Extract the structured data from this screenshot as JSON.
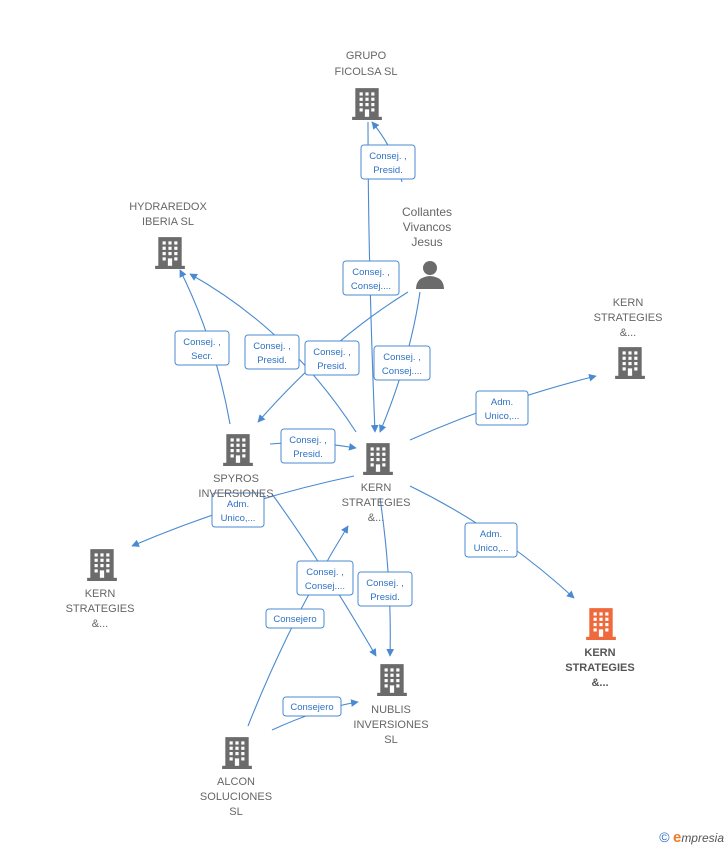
{
  "colors": {
    "building": "#6b6b6b",
    "highlight": "#ee6a3c",
    "edge": "#4a8ad0",
    "edge_text": "#2f72c4"
  },
  "nodes": {
    "grupo_ficolsa": {
      "lines": [
        "GRUPO",
        "FICOLSA SL"
      ],
      "icon": "building-icon"
    },
    "hydraredox": {
      "lines": [
        "HYDRAREDOX",
        "IBERIA  SL"
      ],
      "icon": "building-icon"
    },
    "collantes": {
      "lines": [
        "Collantes",
        "Vivancos",
        "Jesus"
      ],
      "icon": "person-icon"
    },
    "kern_top_right": {
      "lines": [
        "KERN",
        "STRATEGIES",
        "&..."
      ],
      "icon": "building-icon"
    },
    "kern_center": {
      "lines": [
        "KERN",
        "STRATEGIES",
        "&..."
      ],
      "icon": "building-icon"
    },
    "spyros": {
      "lines": [
        "SPYROS",
        "INVERSIONES"
      ],
      "icon": "building-icon"
    },
    "kern_left": {
      "lines": [
        "KERN",
        "STRATEGIES",
        "&..."
      ],
      "icon": "building-icon"
    },
    "kern_main": {
      "lines": [
        "KERN",
        "STRATEGIES",
        "&..."
      ],
      "icon": "building-icon"
    },
    "nublis": {
      "lines": [
        "NUBLIS",
        "INVERSIONES",
        "SL"
      ],
      "icon": "building-icon"
    },
    "alcon": {
      "lines": [
        "ALCON",
        "SOLUCIONES",
        "SL"
      ],
      "icon": "building-icon"
    }
  },
  "edge_labels": {
    "e1": [
      "Consej. ,",
      "Presid."
    ],
    "e2": [
      "Consej. ,",
      "Consej...."
    ],
    "e3": [
      "Consej. ,",
      "Secr."
    ],
    "e4": [
      "Consej. ,",
      "Presid."
    ],
    "e5": [
      "Consej. ,",
      "Presid."
    ],
    "e6": [
      "Consej. ,",
      "Consej...."
    ],
    "e7": [
      "Adm.",
      "Unico,..."
    ],
    "e8": [
      "Consej. ,",
      "Presid."
    ],
    "e9": [
      "Adm.",
      "Unico,..."
    ],
    "e10": [
      "Adm.",
      "Unico,..."
    ],
    "e11": [
      "Consej. ,",
      "Consej...."
    ],
    "e12": [
      "Consej. ,",
      "Presid."
    ],
    "e13": [
      "Consejero"
    ],
    "e14": [
      "Consejero"
    ]
  },
  "footer": {
    "copyright": "©",
    "brand_initial": "e",
    "brand_rest": "mpresia"
  }
}
